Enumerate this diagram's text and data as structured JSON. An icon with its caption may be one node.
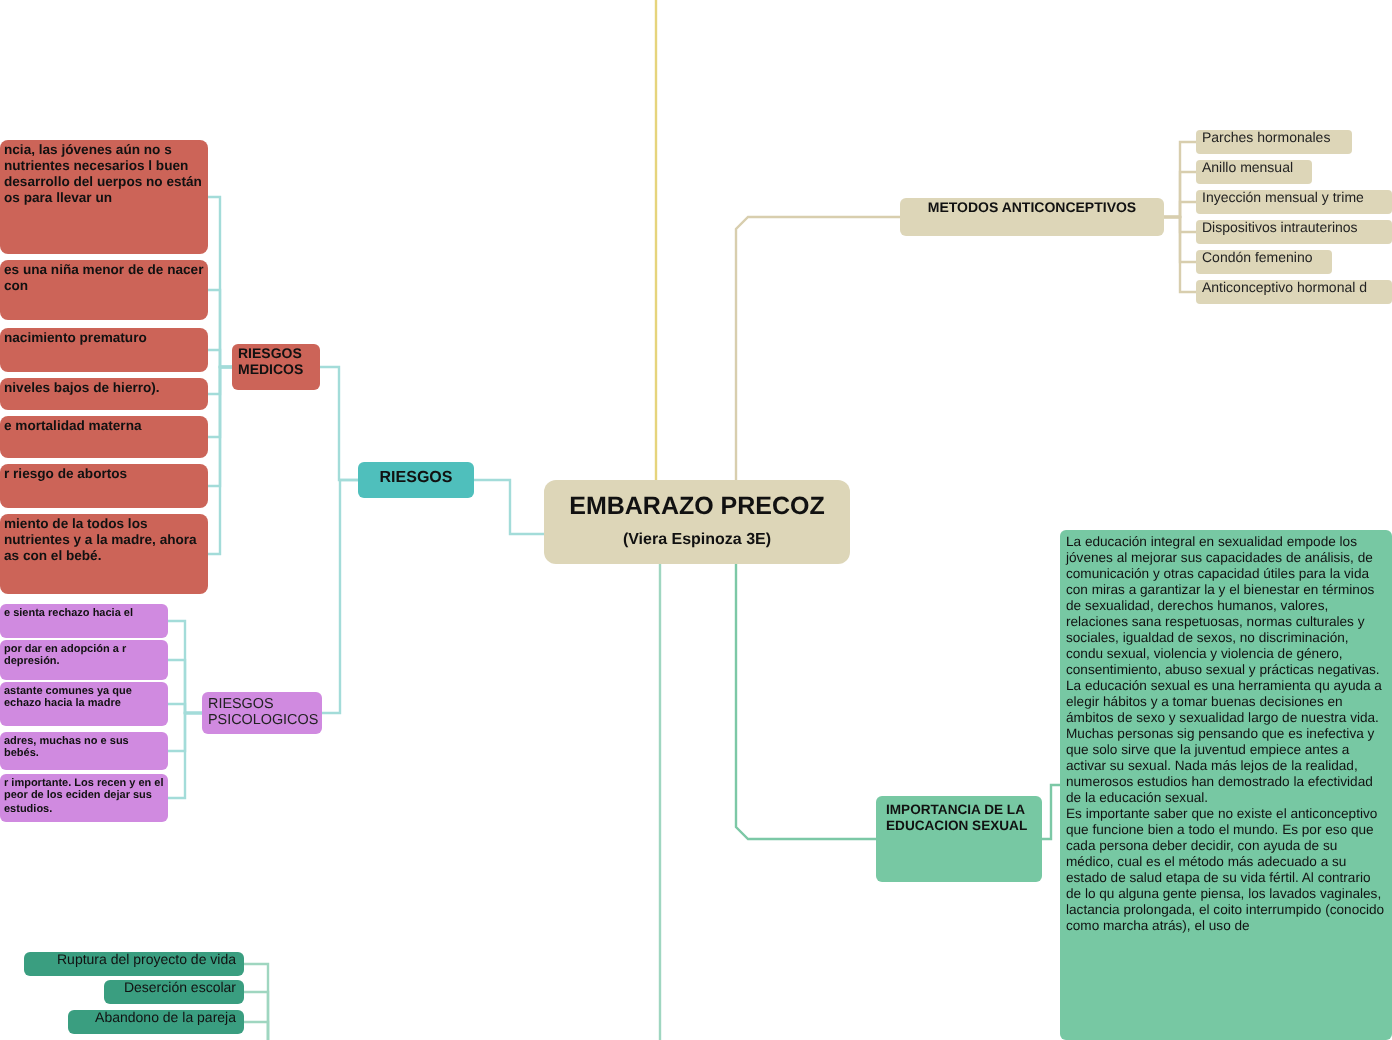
{
  "diagram": {
    "nodes": [
      {
        "text": [
          "EMBARAZO PRECOZ",
          "(Viera Espinoza 3E)"
        ]
      },
      {
        "text": [
          "RIESGOS"
        ]
      },
      {
        "text": [
          "RIESGOS MEDICOS"
        ]
      },
      {
        "text": [
          "ncia, las jóvenes aún no s nutrientes necesarios l buen desarrollo del uerpos no están os para llevar un"
        ]
      },
      {
        "text": [
          "es una niña menor de de nacer con"
        ]
      },
      {
        "text": [
          "nacimiento prematuro"
        ]
      },
      {
        "text": [
          "niveles bajos de hierro)."
        ]
      },
      {
        "text": [
          "e mortalidad materna"
        ]
      },
      {
        "text": [
          "r riesgo de abortos"
        ]
      },
      {
        "text": [
          "miento de la todos los nutrientes y a la madre, ahora as con el bebé."
        ]
      },
      {
        "text": [
          "RIESGOS PSICOLOGICOS"
        ]
      },
      {
        "text": [
          "e sienta rechazo hacia el"
        ]
      },
      {
        "text": [
          "por dar en adopción a r depresión."
        ]
      },
      {
        "text": [
          "astante comunes ya que echazo hacia la madre"
        ]
      },
      {
        "text": [
          "adres, muchas no e sus bebés."
        ]
      },
      {
        "text": [
          "r importante. Los recen y en el peor de los eciden dejar sus estudios."
        ]
      },
      {
        "text": [
          "Ruptura del proyecto de vida"
        ]
      },
      {
        "text": [
          "Deserción escolar"
        ]
      },
      {
        "text": [
          "Abandono de la pareja"
        ]
      },
      {
        "text": [
          "METODOS ANTICONCEPTIVOS"
        ]
      },
      {
        "text": [
          "Parches hormonales"
        ]
      },
      {
        "text": [
          "Anillo mensual"
        ]
      },
      {
        "text": [
          "Inyección mensual y trime"
        ]
      },
      {
        "text": [
          "Dispositivos intrauterinos"
        ]
      },
      {
        "text": [
          "Condón femenino"
        ]
      },
      {
        "text": [
          "Anticonceptivo hormonal d"
        ]
      },
      {
        "text": [
          "IMPORTANCIA DE LA EDUCACION SEXUAL"
        ]
      },
      {
        "text": [
          "La educación integral en sexualidad empode los jóvenes al mejorar sus capacidades de análisis, de comunicación y otras capacidad útiles para la vida con miras a garantizar la y el bienestar en términos de sexualidad, derechos humanos, valores, relaciones sana respetuosas, normas culturales y sociales, igualdad de sexos, no discriminación, condu sexual, violencia y violencia de género, consentimiento, abuso sexual y prácticas negativas.",
          "La educación sexual es una herramienta qu ayuda a elegir hábitos y a tomar buenas decisiones en ámbitos de sexo y sexualidad largo de nuestra vida. Muchas personas sig pensando que es inefectiva y que solo sirve que la juventud empiece antes a activar su sexual. Nada más lejos de la realidad, numerosos estudios han demostrado la efectividad de la educación sexual.",
          "Es importante saber que no existe el anticonceptivo que funcione bien a todo el mundo. Es por eso que cada persona deber decidir, con ayuda de su médico, cual es el método más adecuado a su estado de salud etapa de su vida fértil. Al contrario de lo qu alguna gente piensa, los lavados vaginales, lactancia prolongada, el coito interrumpido (conocido como marcha atrás), el uso de"
        ]
      }
    ],
    "edges": [
      {
        "from": 0,
        "to": 1,
        "arrow": "none"
      },
      {
        "from": 1,
        "to": 2,
        "arrow": "none"
      },
      {
        "from": 2,
        "to": 3,
        "arrow": "none"
      },
      {
        "from": 2,
        "to": 4,
        "arrow": "none"
      },
      {
        "from": 2,
        "to": 5,
        "arrow": "none"
      },
      {
        "from": 2,
        "to": 6,
        "arrow": "none"
      },
      {
        "from": 2,
        "to": 7,
        "arrow": "none"
      },
      {
        "from": 2,
        "to": 8,
        "arrow": "none"
      },
      {
        "from": 2,
        "to": 9,
        "arrow": "none"
      },
      {
        "from": 1,
        "to": 10,
        "arrow": "none"
      },
      {
        "from": 10,
        "to": 11,
        "arrow": "none"
      },
      {
        "from": 10,
        "to": 12,
        "arrow": "none"
      },
      {
        "from": 10,
        "to": 13,
        "arrow": "none"
      },
      {
        "from": 10,
        "to": 14,
        "arrow": "none"
      },
      {
        "from": 10,
        "to": 15,
        "arrow": "none"
      },
      {
        "from": null,
        "to": 16,
        "arrow": "none",
        "color": "#9fd6c0"
      },
      {
        "from": null,
        "to": 17,
        "arrow": "none",
        "color": "#9fd6c0"
      },
      {
        "from": null,
        "to": 18,
        "arrow": "none",
        "color": "#9fd6c0"
      },
      {
        "from": 0,
        "to": 19,
        "arrow": "none",
        "color": "#d8ceae"
      },
      {
        "from": 19,
        "to": 20,
        "arrow": "none",
        "color": "#d8ceae"
      },
      {
        "from": 19,
        "to": 21,
        "arrow": "none",
        "color": "#d8ceae"
      },
      {
        "from": 19,
        "to": 22,
        "arrow": "none",
        "color": "#d8ceae"
      },
      {
        "from": 19,
        "to": 23,
        "arrow": "none",
        "color": "#d8ceae"
      },
      {
        "from": 19,
        "to": 24,
        "arrow": "none",
        "color": "#d8ceae"
      },
      {
        "from": 19,
        "to": 25,
        "arrow": "none",
        "color": "#d8ceae"
      },
      {
        "from": 0,
        "to": 26,
        "arrow": "none",
        "color": "#7cc8a6"
      },
      {
        "from": 26,
        "to": 27,
        "arrow": "none",
        "color": "#7cc8a6"
      },
      {
        "from": 0,
        "to": null,
        "arrow": "none",
        "color": "#e6d47c"
      },
      {
        "from": 0,
        "to": null,
        "arrow": "none",
        "color": "#9fd6c0"
      }
    ]
  }
}
